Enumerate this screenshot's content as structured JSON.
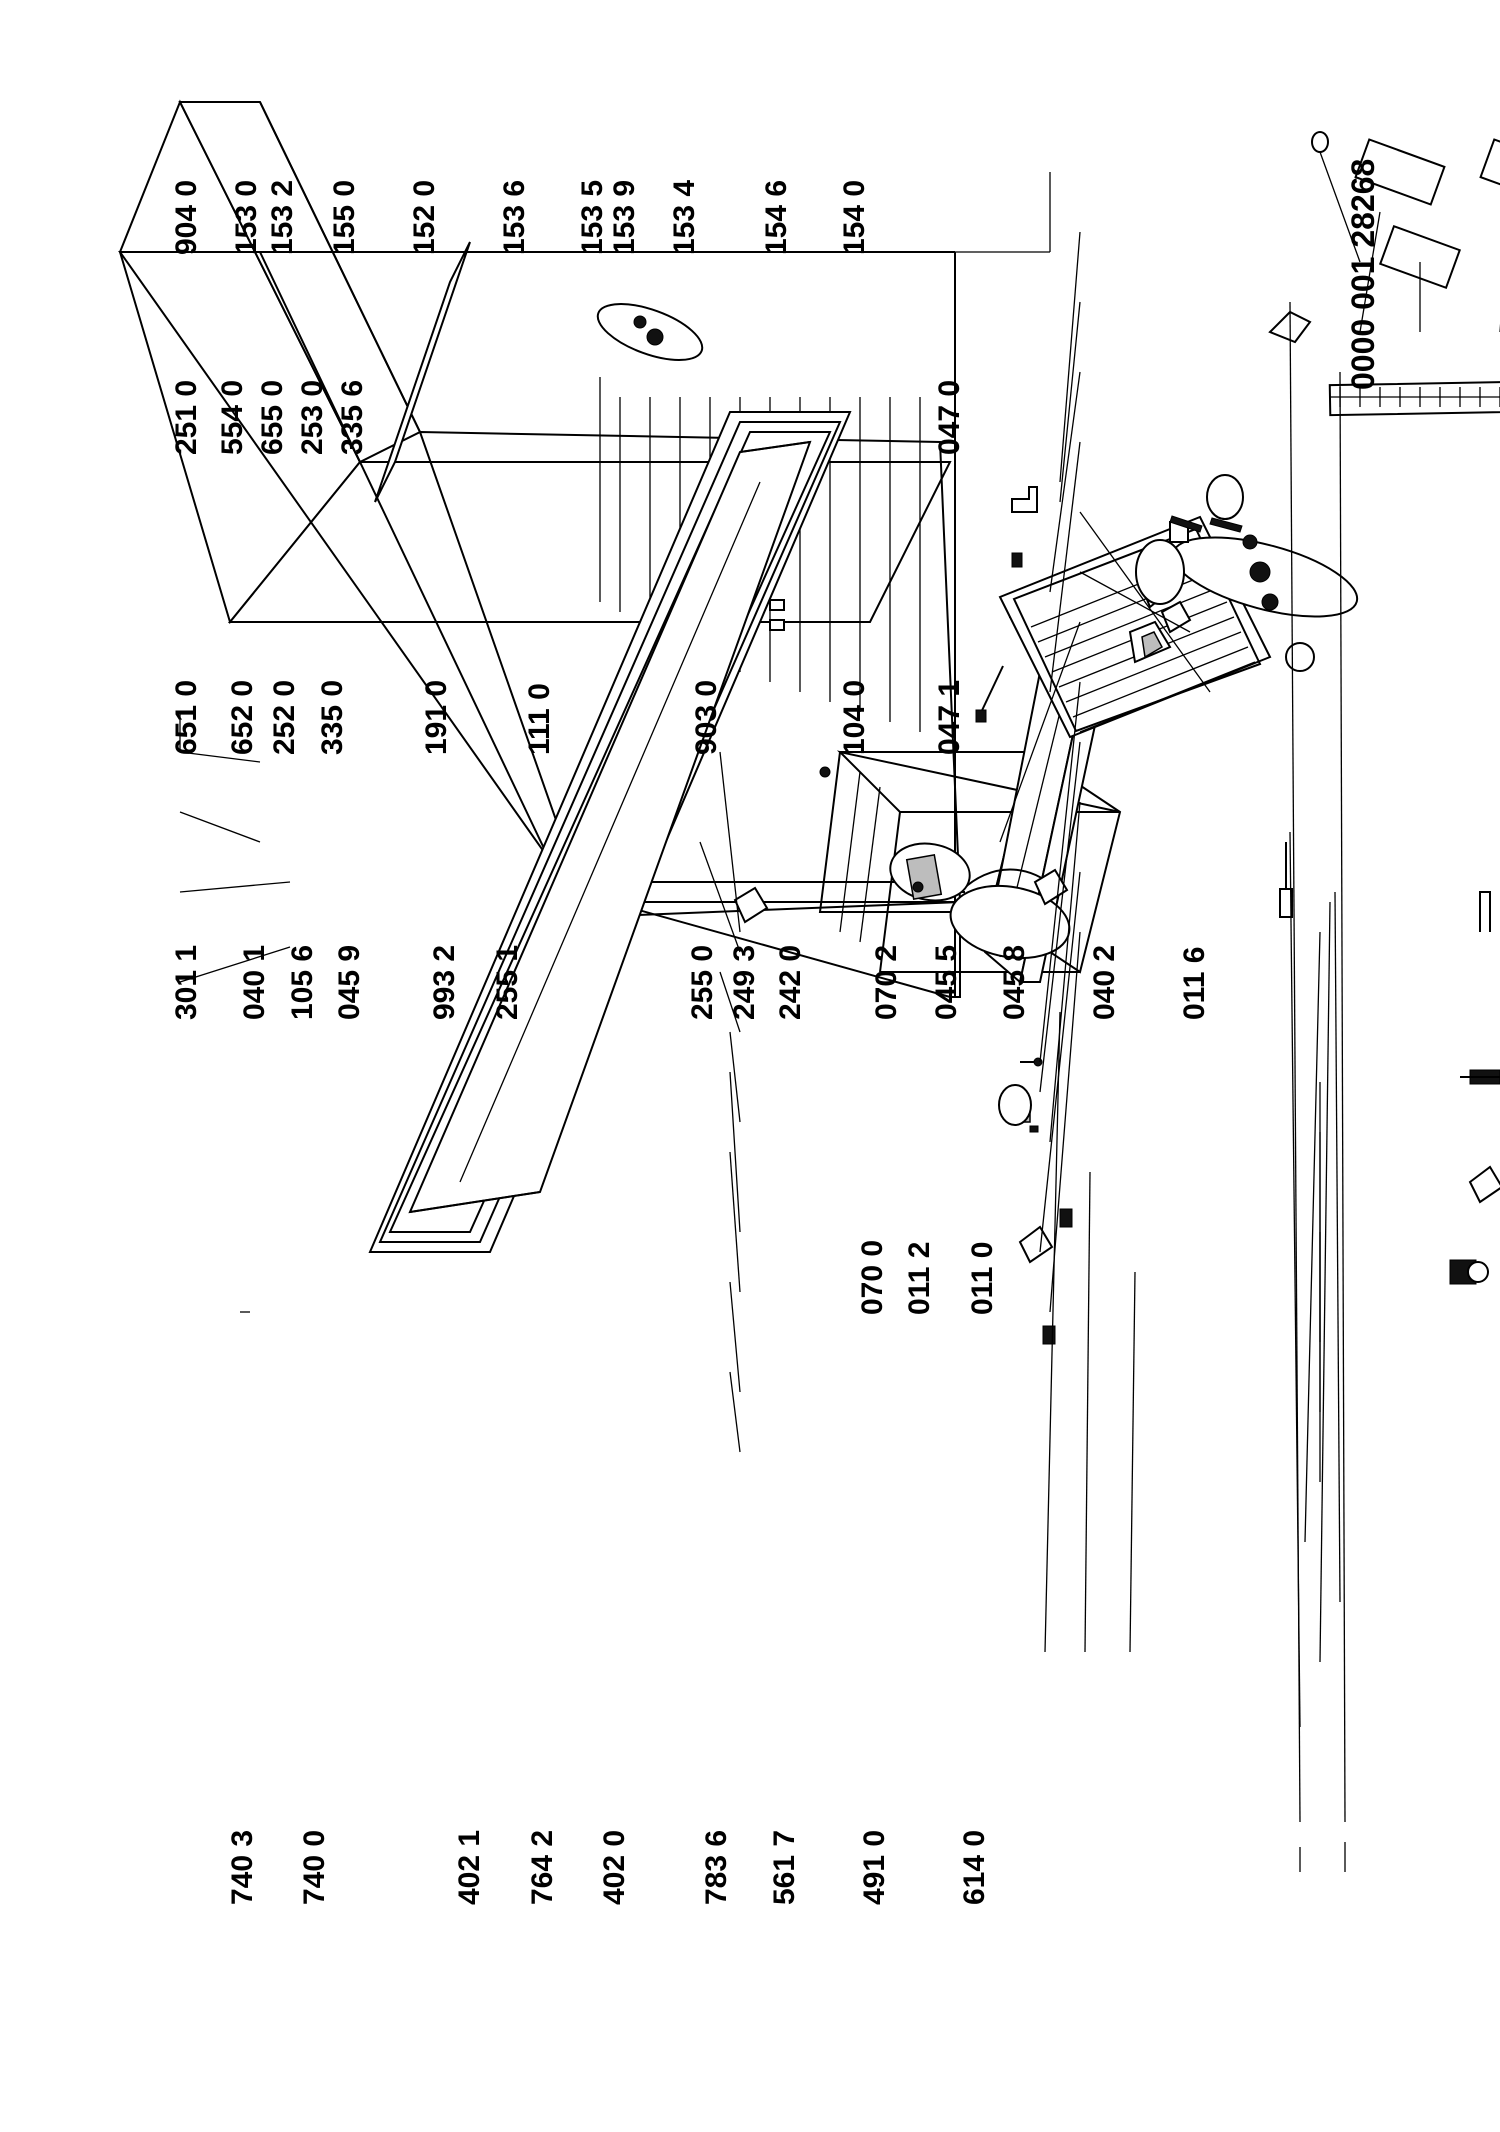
{
  "document": {
    "code": "0000 001 28268",
    "labels": {
      "l_7403": "740 3",
      "l_7400": "740 0",
      "l_4021": "402 1",
      "l_7642": "764 2",
      "l_4020": "402 0",
      "l_7836": "783 6",
      "l_5617": "561 7",
      "l_4910": "491 0",
      "l_6140": "614 0",
      "l_0700": "070 0",
      "l_0112": "011 2",
      "l_0110": "011 0",
      "l_3011": "301 1",
      "l_0401": "040 1",
      "l_1056": "105 6",
      "l_0459": "045 9",
      "l_9932": "993 2",
      "l_2551": "255 1",
      "l_2550": "255 0",
      "l_2493": "249 3",
      "l_2420": "242 0",
      "l_0702": "070 2",
      "l_0455": "045 5",
      "l_0458": "045 8",
      "l_0402": "040 2",
      "l_0116": "011 6",
      "l_6510": "651 0",
      "l_6520": "652 0",
      "l_2520": "252 0",
      "l_3350": "335 0",
      "l_1910": "191 0",
      "l_1110": "111 0",
      "l_9030": "903 0",
      "l_1040": "104 0",
      "l_0471": "047 1",
      "l_2510": "251 0",
      "l_5540": "554 0",
      "l_6550": "655 0",
      "l_2530": "253 0",
      "l_3356": "335 6",
      "l_0470": "047 0",
      "l_9040": "904 0",
      "l_1530": "153 0",
      "l_1532": "153 2",
      "l_1550": "155 0",
      "l_1520": "152 0",
      "l_1536": "153 6",
      "l_1535": "153 5",
      "l_1539": "153 9",
      "l_1534": "153 4",
      "l_1546": "154 6",
      "l_1540": "154 0"
    }
  }
}
